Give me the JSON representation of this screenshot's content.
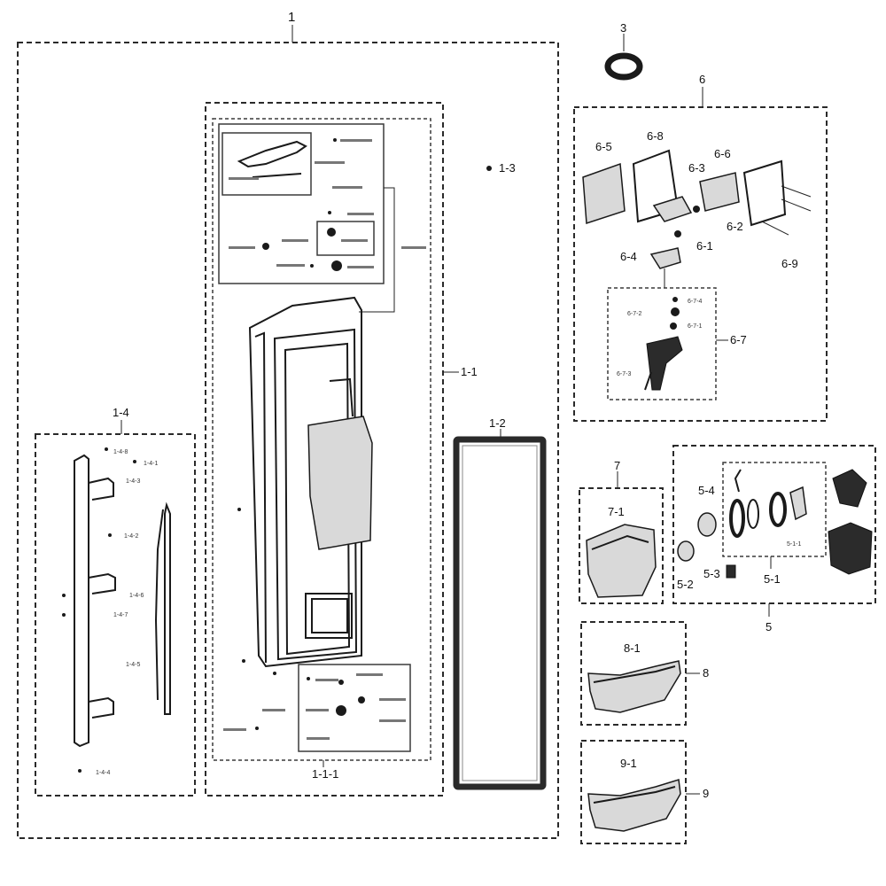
{
  "labels": {
    "l_1": "1",
    "l_1_1": "1-1",
    "l_1_1_1": "1-1-1",
    "l_1_2": "1-2",
    "l_1_3": "1-3",
    "l_1_4": "1-4",
    "l_1_4_1": "1-4-1",
    "l_1_4_2": "1-4-2",
    "l_1_4_3": "1-4-3",
    "l_1_4_4": "1-4-4",
    "l_1_4_5": "1-4-5",
    "l_1_4_6": "1-4-6",
    "l_1_4_7": "1-4-7",
    "l_1_4_8": "1-4-8",
    "l_3": "3",
    "l_5": "5",
    "l_5_1": "5-1",
    "l_5_1_1": "5-1-1",
    "l_5_2": "5-2",
    "l_5_3": "5-3",
    "l_5_4": "5-4",
    "l_6": "6",
    "l_6_1": "6-1",
    "l_6_2": "6-2",
    "l_6_3": "6-3",
    "l_6_4": "6-4",
    "l_6_5": "6-5",
    "l_6_6": "6-6",
    "l_6_7": "6-7",
    "l_6_7_1": "6-7-1",
    "l_6_7_2": "6-7-2",
    "l_6_7_3": "6-7-3",
    "l_6_7_4": "6-7-4",
    "l_6_8": "6-8",
    "l_6_9": "6-9",
    "l_7": "7",
    "l_7_1": "7-1",
    "l_8": "8",
    "l_8_1": "8-1",
    "l_9": "9",
    "l_9_1": "9-1"
  }
}
